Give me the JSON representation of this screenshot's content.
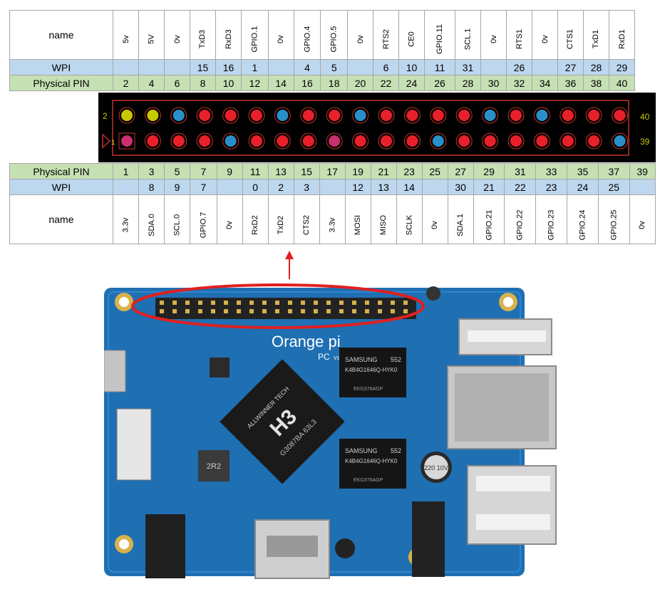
{
  "top_table": {
    "name_label": "name",
    "wpi_label": "WPI",
    "phys_label": "Physical PIN",
    "names": [
      "5v",
      "5V",
      "0v",
      "TxD3",
      "RxD3",
      "GPIO.1",
      "0v",
      "GPIO.4",
      "GPIO.5",
      "0v",
      "RTS2",
      "CE0",
      "GPIO.11",
      "SCL.1",
      "0v",
      "RTS1",
      "0v",
      "CTS1",
      "TxD1",
      "RxD1"
    ],
    "wpi": [
      "",
      "",
      "",
      "15",
      "16",
      "1",
      "",
      "4",
      "5",
      "",
      "6",
      "10",
      "11",
      "31",
      "",
      "26",
      "",
      "27",
      "28",
      "29"
    ],
    "phys": [
      "2",
      "4",
      "6",
      "8",
      "10",
      "12",
      "14",
      "16",
      "18",
      "20",
      "22",
      "24",
      "26",
      "28",
      "30",
      "32",
      "34",
      "36",
      "38",
      "40"
    ]
  },
  "bottom_table": {
    "name_label": "name",
    "wpi_label": "WPI",
    "phys_label": "Physical PIN",
    "names": [
      "3.3v",
      "SDA.0",
      "SCL.0",
      "GPIO.7",
      "0v",
      "RxD2",
      "TxD2",
      "CTS2",
      "3.3v",
      "MOSI",
      "MISO",
      "SCLK",
      "0v",
      "SDA.1",
      "GPIO.21",
      "GPIO.22",
      "GPIO.23",
      "GPIO.24",
      "GPIO.25",
      "0v"
    ],
    "wpi": [
      "",
      "8",
      "9",
      "7",
      "",
      "0",
      "2",
      "3",
      "",
      "12",
      "13",
      "14",
      "",
      "30",
      "21",
      "22",
      "23",
      "24",
      "25",
      ""
    ],
    "phys": [
      "1",
      "3",
      "5",
      "7",
      "9",
      "11",
      "13",
      "15",
      "17",
      "19",
      "21",
      "23",
      "25",
      "27",
      "29",
      "31",
      "33",
      "35",
      "37",
      "39"
    ]
  },
  "header_graphic": {
    "label_top_left": "2",
    "label_bottom_left": "1",
    "label_top_right": "40",
    "label_bottom_right": "39",
    "top_row_colors": [
      "#c8c800",
      "#c8c800",
      "#2a8fc8",
      "#e8202a",
      "#e8202a",
      "#e8202a",
      "#2a8fc8",
      "#e8202a",
      "#e8202a",
      "#2a8fc8",
      "#e8202a",
      "#e8202a",
      "#e8202a",
      "#e8202a",
      "#2a8fc8",
      "#e8202a",
      "#2a8fc8",
      "#e8202a",
      "#e8202a",
      "#e8202a"
    ],
    "bottom_row_colors": [
      "#c83070",
      "#e8202a",
      "#e8202a",
      "#e8202a",
      "#2a8fc8",
      "#e8202a",
      "#e8202a",
      "#e8202a",
      "#c83070",
      "#e8202a",
      "#e8202a",
      "#e8202a",
      "#2a8fc8",
      "#e8202a",
      "#e8202a",
      "#e8202a",
      "#e8202a",
      "#e8202a",
      "#e8202a",
      "#2a8fc8"
    ],
    "colors": {
      "outline": "#c0342a",
      "label": "#c8c800",
      "background": "#000000",
      "power_5v": "#c8c800",
      "ground": "#2a8fc8",
      "gpio": "#e8202a",
      "power_3v3": "#c83070"
    }
  },
  "board": {
    "logo_text": "Orange pi",
    "model": "PC",
    "version": "V1.2",
    "soc_text": "H3",
    "soc_sub": "ALLWINNER TECH",
    "soc_code": "G3087BA 63L3",
    "ram_brand": "SAMSUNG",
    "ram_code": "552",
    "ram_part": "K4B4G1646Q-HYK0",
    "ram_sub": "EKG376AGP",
    "inductor_label": "2R2",
    "cap_label": "220 10V",
    "highlight_color": "#e02020"
  }
}
